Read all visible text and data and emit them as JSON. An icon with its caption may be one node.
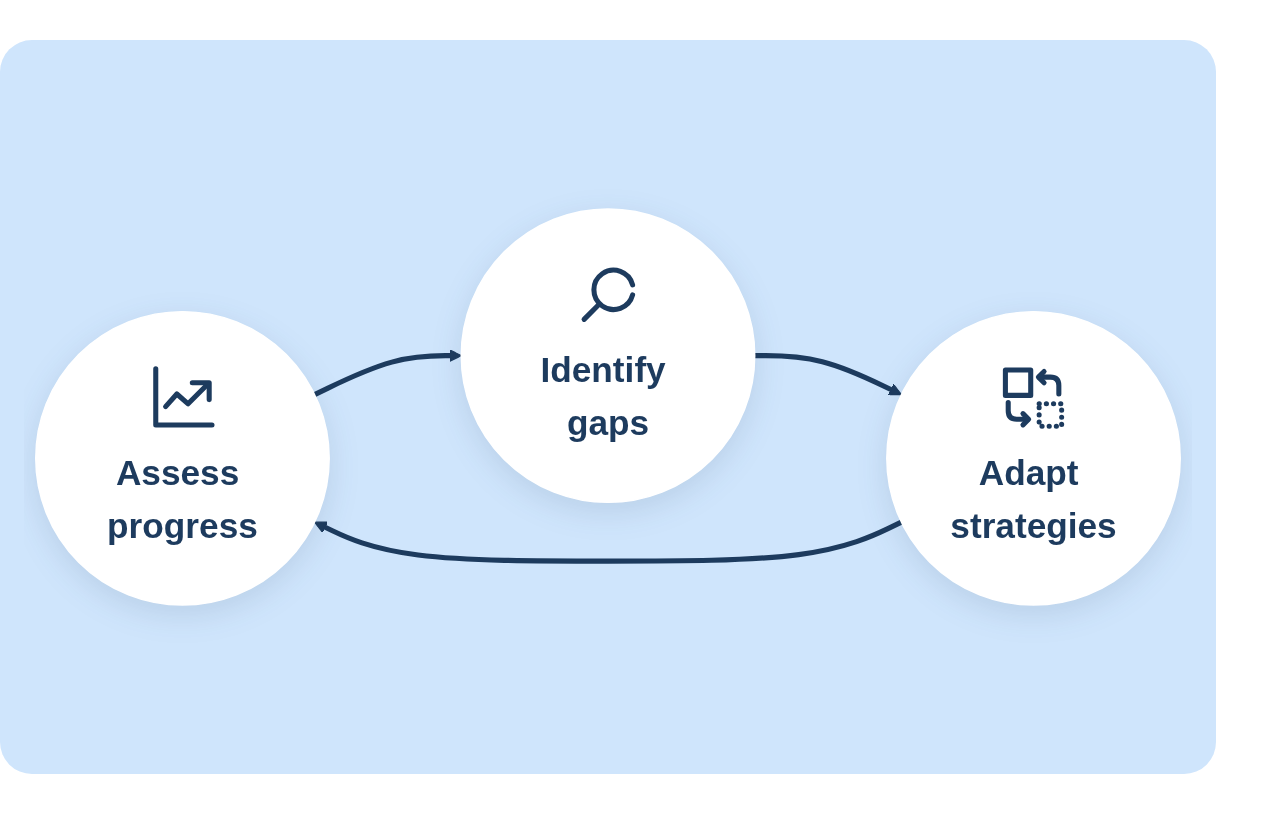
{
  "diagram": {
    "nodes": [
      {
        "text": [
          "Assess progress"
        ]
      },
      {
        "text": [
          "Identify gaps"
        ]
      },
      {
        "text": [
          "Adapt strategies"
        ]
      }
    ],
    "edges": [
      {
        "from": 0,
        "to": 1,
        "arrow": "to"
      },
      {
        "from": 1,
        "to": 2,
        "arrow": "to"
      },
      {
        "from": 2,
        "to": 0,
        "arrow": "to"
      }
    ]
  }
}
